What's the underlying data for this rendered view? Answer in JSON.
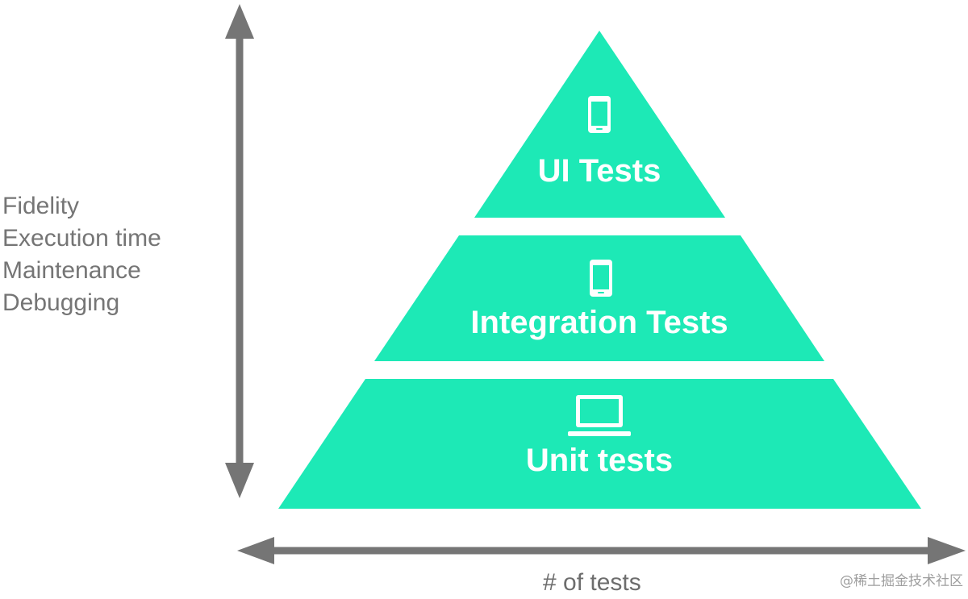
{
  "colors": {
    "tier_fill": "#1de9b6",
    "axis_gray": "#757575",
    "icon_white": "#ffffff"
  },
  "metrics": [
    "Fidelity",
    "Execution time",
    "Maintenance",
    "Debugging"
  ],
  "x_axis_label": "# of tests",
  "pyramid": {
    "top": {
      "label": "UI Tests",
      "icon": "smartphone-icon"
    },
    "middle": {
      "label": "Integration Tests",
      "icon": "smartphone-icon"
    },
    "bottom": {
      "label": "Unit tests",
      "icon": "laptop-icon"
    }
  },
  "watermark": "@稀土掘金技术社区"
}
